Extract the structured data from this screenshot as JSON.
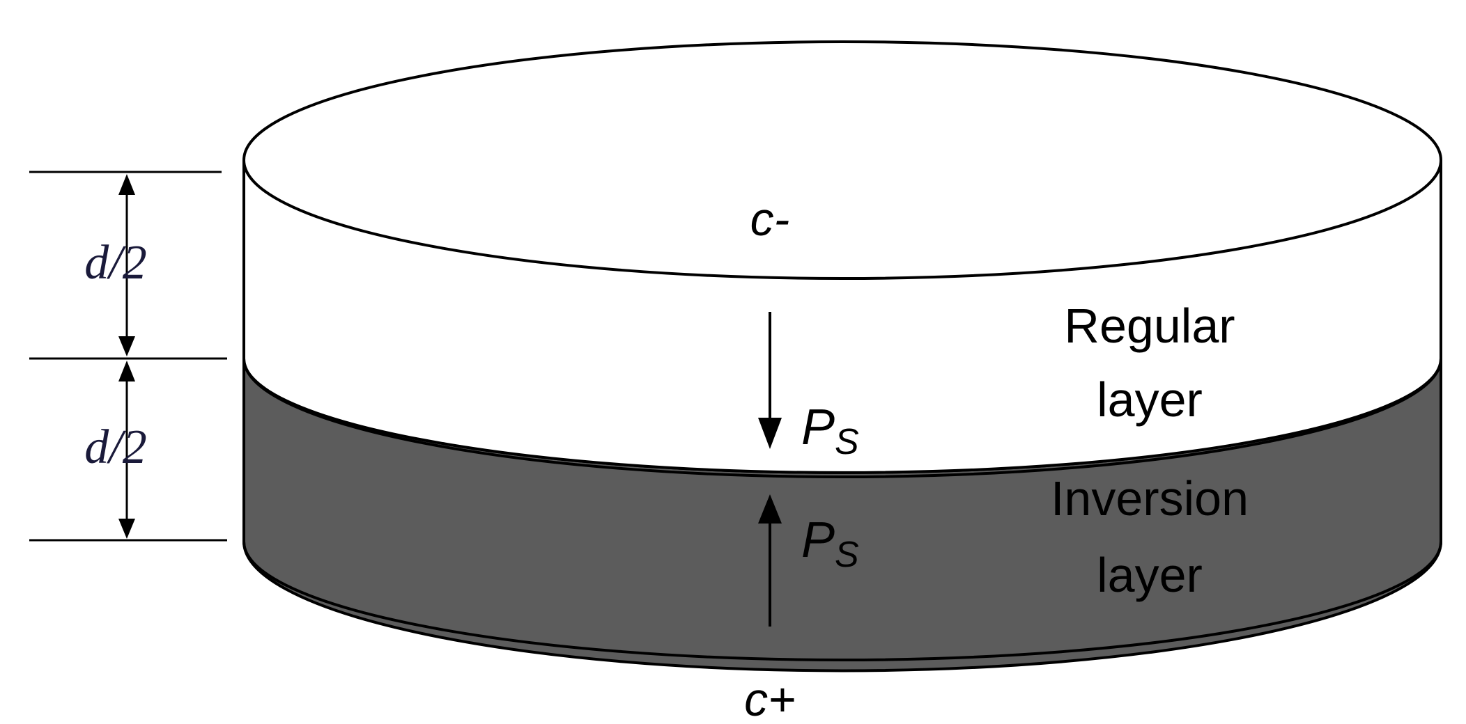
{
  "labels": {
    "top_face": "c-",
    "bottom_face": "c+",
    "regular_line1": "Regular",
    "regular_line2": "layer",
    "inversion_line1": "Inversion",
    "inversion_line2": "layer",
    "ps_main": "P",
    "ps_sub": "S",
    "dim_upper": "d/2",
    "dim_lower": "d/2"
  },
  "colors": {
    "regular_layer": "#ffffff",
    "inversion_layer": "#5c5c5c",
    "outline": "#000000"
  }
}
